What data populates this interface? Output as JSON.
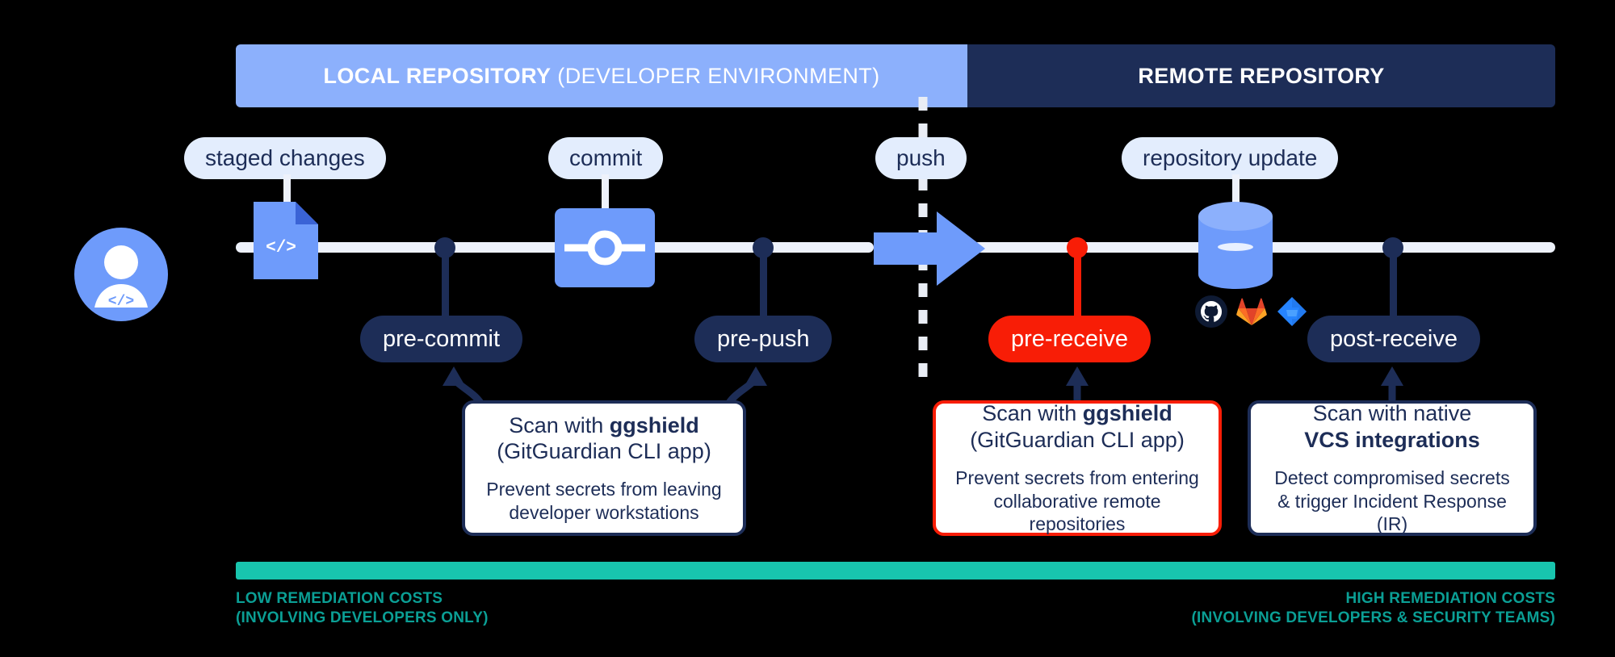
{
  "header": {
    "local_bold": "LOCAL REPOSITORY",
    "local_normal": "(DEVELOPER ENVIRONMENT)",
    "remote_bold": "REMOTE REPOSITORY"
  },
  "colors": {
    "light_blue": "#8cb0fc",
    "navy": "#1d2d57",
    "red": "#f81d06",
    "teal": "#18c5ae",
    "rail": "#eef2fb",
    "pill_bg": "#e3edfd"
  },
  "stage_labels": [
    {
      "id": "staged-changes",
      "text": "staged changes"
    },
    {
      "id": "commit",
      "text": "commit"
    },
    {
      "id": "push",
      "text": "push"
    },
    {
      "id": "repository-update",
      "text": "repository update"
    }
  ],
  "hooks": [
    {
      "id": "pre-commit",
      "text": "pre-commit",
      "state": "navy"
    },
    {
      "id": "pre-push",
      "text": "pre-push",
      "state": "navy"
    },
    {
      "id": "pre-receive",
      "text": "pre-receive",
      "state": "red"
    },
    {
      "id": "post-receive",
      "text": "post-receive",
      "state": "navy"
    }
  ],
  "cards": [
    {
      "id": "pre-commit-prepush-card",
      "title_prefix": "Scan with ",
      "title_strong": "ggshield",
      "title_second": "(GitGuardian CLI app)",
      "body_line1": "Prevent secrets from leaving",
      "body_line2": "developer workstations",
      "border": "navy"
    },
    {
      "id": "pre-receive-card",
      "title_prefix": "Scan with ",
      "title_strong": "ggshield",
      "title_second": "(GitGuardian CLI app)",
      "body_line1": "Prevent secrets from entering",
      "body_line2": "collaborative remote repositories",
      "border": "red"
    },
    {
      "id": "post-receive-card",
      "title_prefix": "Scan with native",
      "title_strong": "VCS integrations",
      "title_second": "",
      "body_line1": "Detect compromised secrets",
      "body_line2": "& trigger Incident Response (IR)",
      "border": "navy"
    }
  ],
  "cost_bar": {
    "left_line1": "LOW REMEDIATION COSTS",
    "left_line2": "(INVOLVING DEVELOPERS ONLY)",
    "right_line1": "HIGH REMEDIATION COSTS",
    "right_line2": "(INVOLVING DEVELOPERS & SECURITY TEAMS)"
  },
  "vcs_logos": [
    {
      "id": "github",
      "name": "GitHub"
    },
    {
      "id": "gitlab",
      "name": "GitLab"
    },
    {
      "id": "bitbucket",
      "name": "Bitbucket"
    }
  ]
}
